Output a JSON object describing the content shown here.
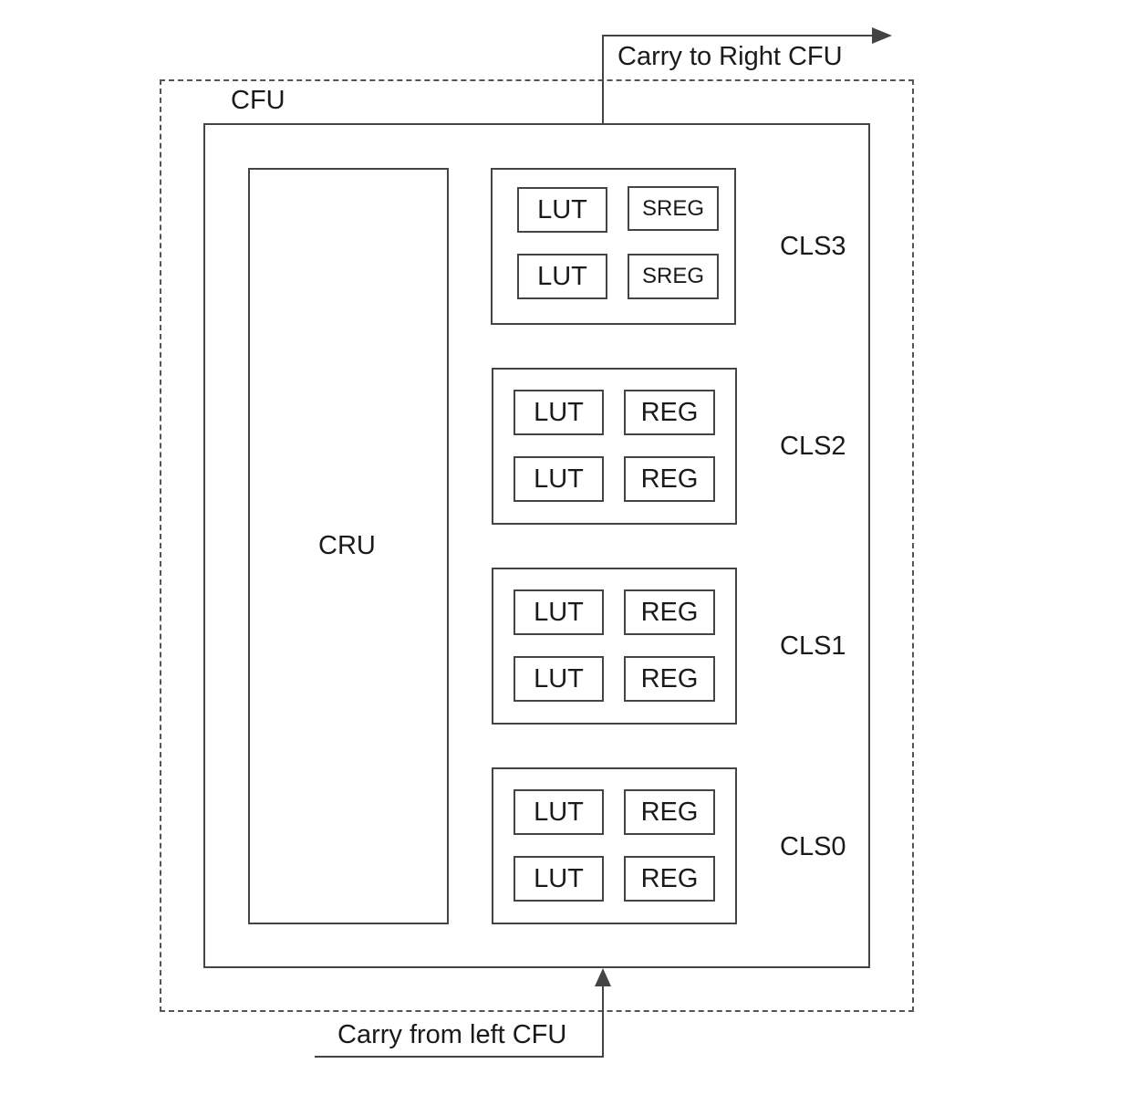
{
  "cfu": {
    "label": "CFU"
  },
  "cru": {
    "label": "CRU"
  },
  "carry": {
    "out_label": "Carry to Right CFU",
    "in_label": "Carry from left CFU"
  },
  "slices": [
    {
      "label": "CLS3",
      "cells": [
        {
          "left": "LUT",
          "right": "SREG"
        },
        {
          "left": "LUT",
          "right": "SREG"
        }
      ]
    },
    {
      "label": "CLS2",
      "cells": [
        {
          "left": "LUT",
          "right": "REG"
        },
        {
          "left": "LUT",
          "right": "REG"
        }
      ]
    },
    {
      "label": "CLS1",
      "cells": [
        {
          "left": "LUT",
          "right": "REG"
        },
        {
          "left": "LUT",
          "right": "REG"
        }
      ]
    },
    {
      "label": "CLS0",
      "cells": [
        {
          "left": "LUT",
          "right": "REG"
        },
        {
          "left": "LUT",
          "right": "REG"
        }
      ]
    }
  ]
}
